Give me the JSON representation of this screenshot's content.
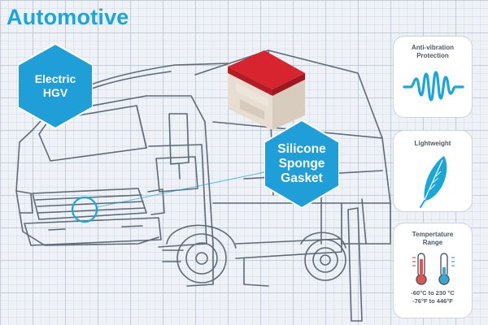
{
  "title": "Automotive",
  "badges": [
    {
      "text": "Electric\nHGV"
    },
    {
      "text": "Silicone\nSponge\nGasket"
    }
  ],
  "cards": [
    {
      "title": "Anti-vibration\nProtection",
      "icon": "vibration-wave-icon"
    },
    {
      "title": "Lightweight",
      "icon": "feather-icon"
    },
    {
      "title": "Tempertature\nRange",
      "icon": "thermometer-icon",
      "range_celsius": "-60°C to 230 °C",
      "range_fahrenheit": "-76°F to 446°F"
    }
  ],
  "colors": {
    "accent_blue": "#1aa6d9",
    "hex_blue": "#1f9ed8",
    "sample_red": "#d8242e",
    "thermo_red": "#e0534f",
    "thermo_blue": "#3aa6d8",
    "line_gray": "#5e6a78"
  }
}
